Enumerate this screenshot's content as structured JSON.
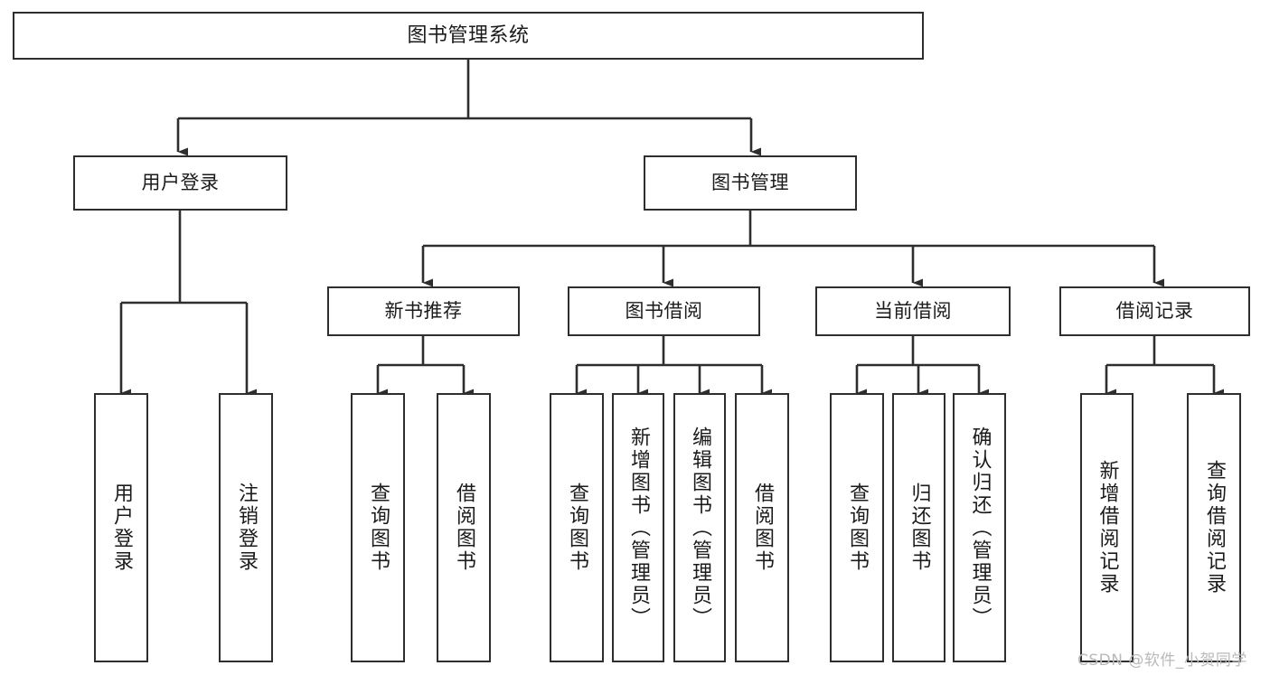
{
  "diagram": {
    "kind": "tree-hierarchy-chart",
    "orientation": "top-down",
    "line_color": "#2e2e2e",
    "box_fill": "#ffffff",
    "text_color": "#1b1b1b",
    "root": {
      "id": "root",
      "label": "图书管理系统"
    },
    "level2": [
      {
        "id": "user-login",
        "label": "用户登录"
      },
      {
        "id": "book-management",
        "label": "图书管理"
      }
    ],
    "level3": [
      {
        "id": "new-book-recommend",
        "label": "新书推荐",
        "parent": "book-management"
      },
      {
        "id": "book-borrow",
        "label": "图书借阅",
        "parent": "book-management"
      },
      {
        "id": "current-borrow",
        "label": "当前借阅",
        "parent": "book-management"
      },
      {
        "id": "borrow-record",
        "label": "借阅记录",
        "parent": "book-management"
      }
    ],
    "leaves": [
      {
        "id": "leaf-user-login",
        "label": "用户登录",
        "parent": "user-login"
      },
      {
        "id": "leaf-logout-login",
        "label": "注销登录",
        "parent": "user-login"
      },
      {
        "id": "leaf-query-book-1",
        "label": "查询图书",
        "parent": "new-book-recommend"
      },
      {
        "id": "leaf-borrow-book-1",
        "label": "借阅图书",
        "parent": "new-book-recommend"
      },
      {
        "id": "leaf-query-book-2",
        "label": "查询图书",
        "parent": "book-borrow"
      },
      {
        "id": "leaf-add-book",
        "label": "新增图书（管理员）",
        "parent": "book-borrow"
      },
      {
        "id": "leaf-edit-book",
        "label": "编辑图书（管理员）",
        "parent": "book-borrow"
      },
      {
        "id": "leaf-borrow-book-2",
        "label": "借阅图书",
        "parent": "book-borrow"
      },
      {
        "id": "leaf-query-book-3",
        "label": "查询图书",
        "parent": "current-borrow"
      },
      {
        "id": "leaf-return-book",
        "label": "归还图书",
        "parent": "current-borrow"
      },
      {
        "id": "leaf-confirm-return",
        "label": "确认归还（管理员）",
        "parent": "current-borrow"
      },
      {
        "id": "leaf-add-borrow-record",
        "label": "新增借阅记录",
        "parent": "borrow-record"
      },
      {
        "id": "leaf-query-borrow-record",
        "label": "查询借阅记录",
        "parent": "borrow-record"
      }
    ]
  },
  "watermark": {
    "text": "CSDN @软件_小贺同学",
    "color": "#b9b9b9"
  }
}
